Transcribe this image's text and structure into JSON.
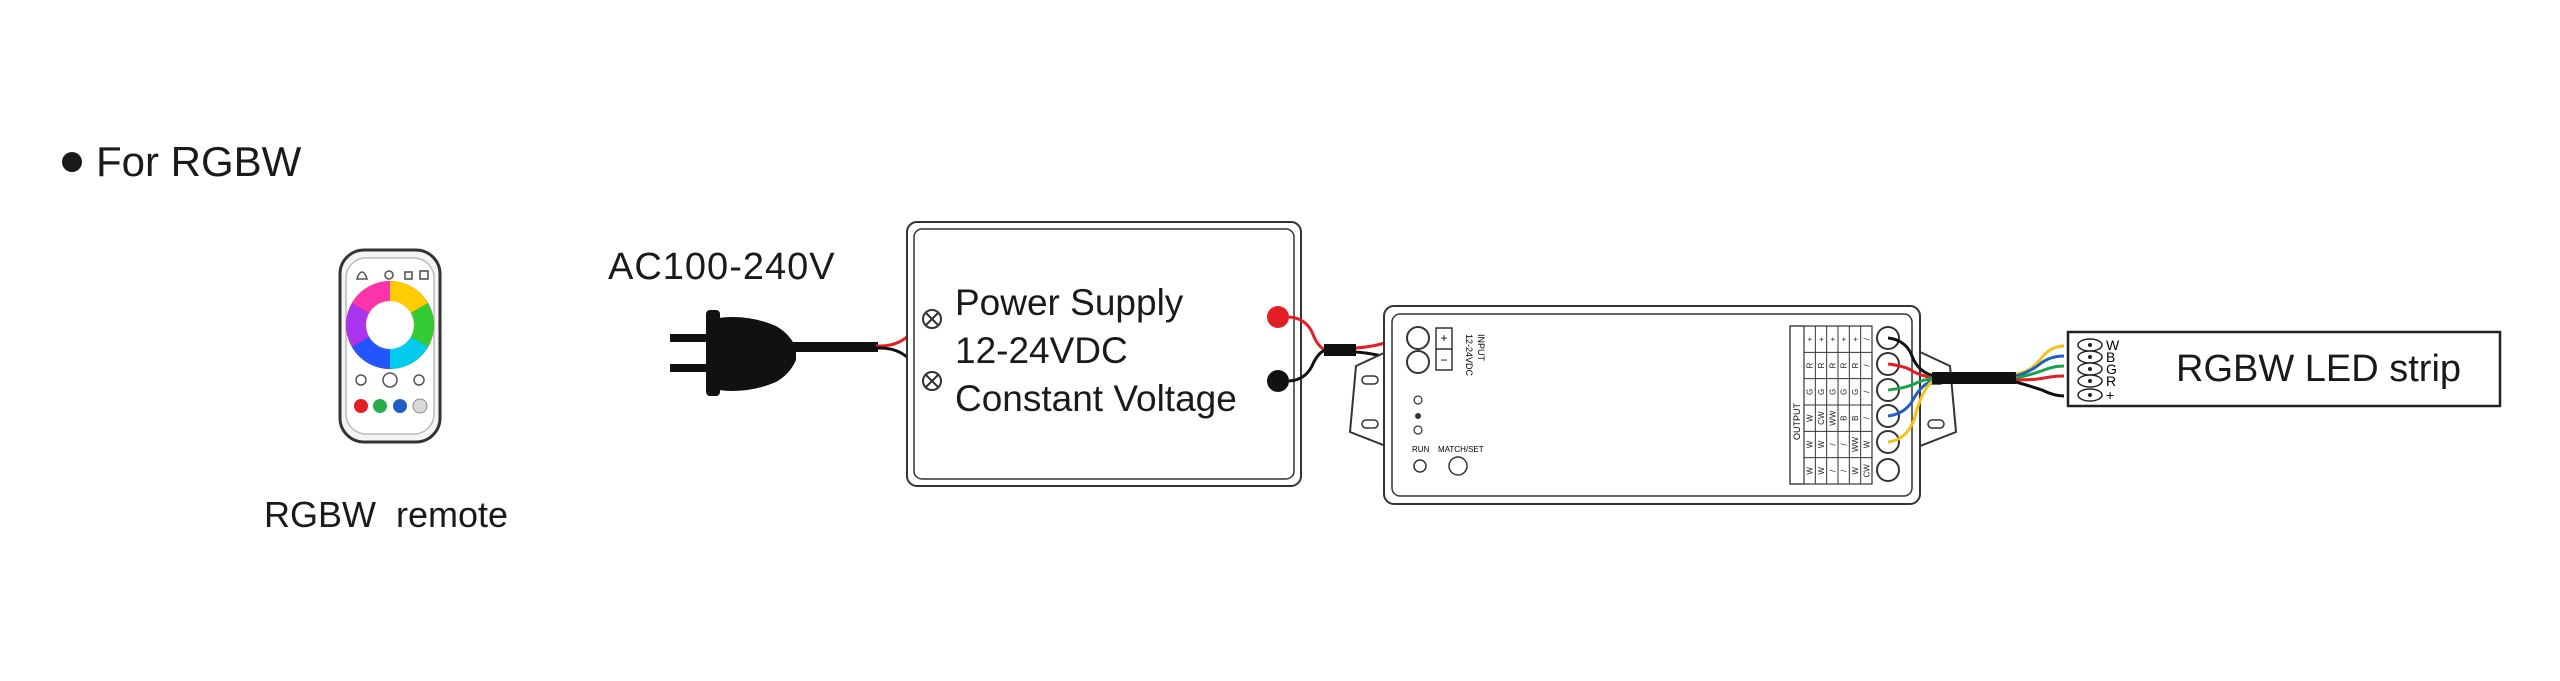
{
  "section": {
    "title": "For RGBW"
  },
  "remote": {
    "label": "RGBW  remote"
  },
  "ac": {
    "label": "AC100-240V"
  },
  "power_supply": {
    "line1": "Power Supply",
    "line2": "12-24VDC",
    "line3": "Constant Voltage"
  },
  "controller": {
    "input_label": "INPUT",
    "input_voltage": "12-24VDC",
    "input_plus": "+",
    "input_minus": "−",
    "run_label": "RUN",
    "matchset_label": "MATCH/SET",
    "output_label": "OUTPUT",
    "output_rows": [
      [
        "W",
        "W",
        "/",
        "/",
        "W",
        "CW"
      ],
      [
        "W",
        "W",
        "/",
        "/",
        "WW",
        "W"
      ],
      [
        "W",
        "CW",
        "WW",
        "B",
        "B",
        "/"
      ],
      [
        "G",
        "G",
        "G",
        "G",
        "G",
        "/"
      ],
      [
        "R",
        "R",
        "R",
        "R",
        "R",
        "/"
      ],
      [
        "+",
        "+",
        "+",
        "+",
        "+",
        "/"
      ]
    ]
  },
  "led_strip": {
    "label": "RGBW LED strip",
    "pins": [
      "W",
      "B",
      "G",
      "R",
      "+"
    ]
  },
  "colors": {
    "wire_red": "#e31e24",
    "wire_black": "#111111",
    "wire_green": "#1aa34a",
    "wire_blue": "#1f5fc4",
    "wire_yellow": "#f2c21b",
    "wire_white": "#d8d8d8"
  }
}
